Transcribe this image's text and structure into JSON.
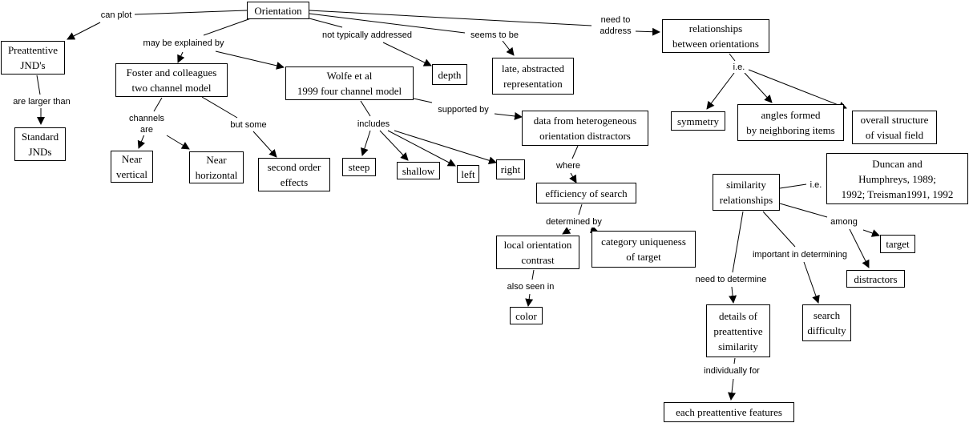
{
  "title": "Orientation concept map",
  "nodes": {
    "orientation": "Orientation",
    "preattentive_jnds": "Preattentive\nJND's",
    "standard_jnds": "Standard\nJNDs",
    "foster": "Foster and colleagues\ntwo channel model",
    "wolfe": "Wolfe et al\n1999 four channel model",
    "depth": "depth",
    "late_abstracted": "late, abstracted\nrepresentation",
    "relationships": "relationships\nbetween orientations",
    "near_vertical": "Near\nvertical",
    "near_horizontal": "Near\nhorizontal",
    "second_order": "second order\neffects",
    "steep": "steep",
    "shallow": "shallow",
    "left": "left",
    "right": "right",
    "heterogeneous": "data from heterogeneous\norientation distractors",
    "efficiency": "efficiency of search",
    "local_contrast": "local orientation\ncontrast",
    "category_uniqueness": "category uniqueness\nof target",
    "color": "color",
    "symmetry": "symmetry",
    "angles": "angles formed\nby neighboring items",
    "overall_structure": "overall structure\nof visual field",
    "similarity": "similarity\nrelationships",
    "duncan": "Duncan and\nHumphreys, 1989;\n1992; Treisman1991, 1992",
    "target": "target",
    "distractors": "distractors",
    "details_similarity": "details of\npreattentive\nsimilarity",
    "search_difficulty": "search\ndifficulty",
    "each_features": "each preattentive features"
  },
  "links": {
    "can_plot": "can plot",
    "may_be_explained_by": "may be explained by",
    "not_typically_addressed": "not typically addressed",
    "seems_to_be": "seems to be",
    "need_to_address": "need to\naddress",
    "are_larger_than": "are larger than",
    "channels_are": "channels\nare",
    "but_some": "but some",
    "includes": "includes",
    "supported_by": "supported by",
    "where": "where",
    "determined_by": "determined by",
    "also_seen_in": "also seen in",
    "ie_relationships": "i.e.",
    "ie_similarity": "i.e.",
    "among": "among",
    "important_in_determining": "important in determining",
    "need_to_determine": "need to determine",
    "individually_for": "individually for"
  }
}
